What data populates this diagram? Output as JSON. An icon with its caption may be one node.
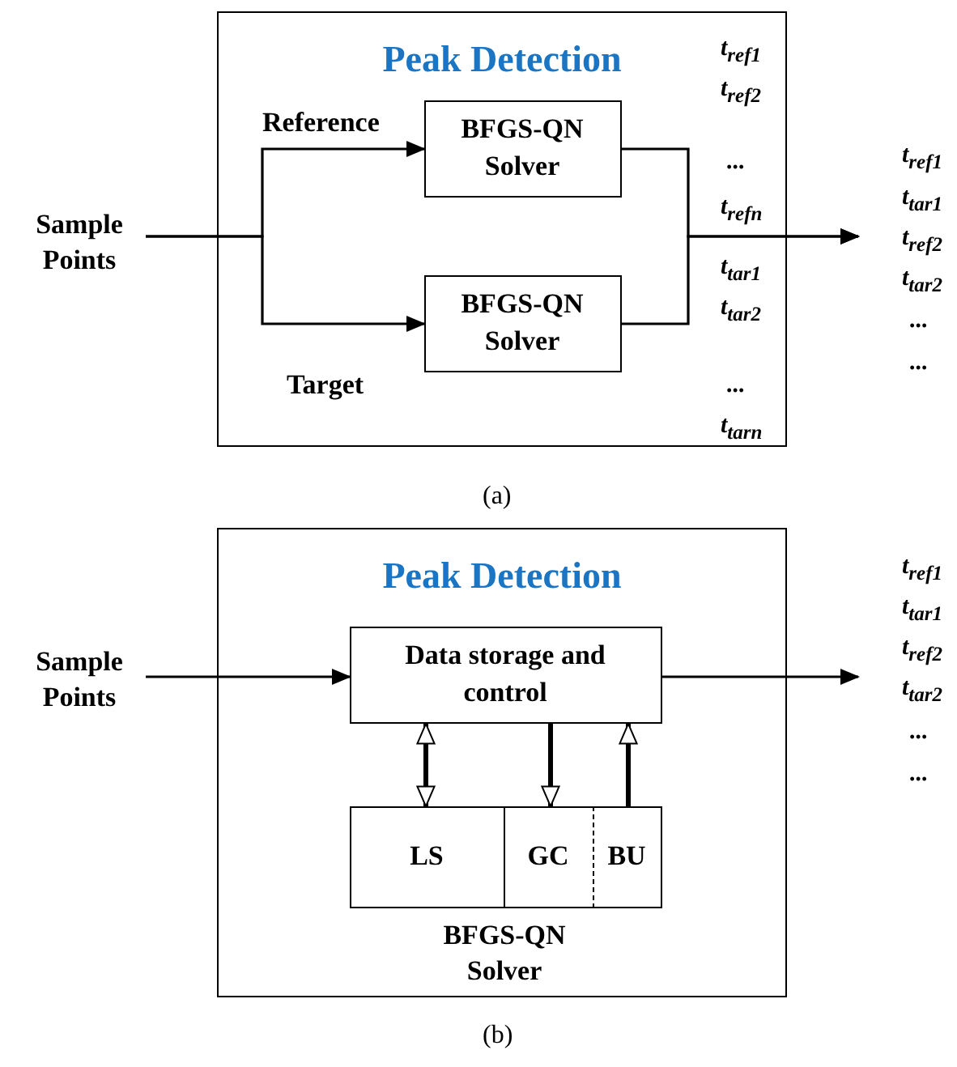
{
  "diagram": {
    "nodes": [
      {
        "text": [
          "Peak Detection"
        ]
      },
      {
        "text": [
          "Sample Points"
        ]
      },
      {
        "text": [
          "BFGS-QN Solver"
        ],
        "in": 0
      },
      {
        "text": [
          "BFGS-QN Solver"
        ],
        "in": 0
      },
      {
        "text": [
          "Peak Detection"
        ]
      },
      {
        "text": [
          "Sample Points"
        ]
      },
      {
        "text": [
          "Data storage and control"
        ],
        "in": 4
      },
      {
        "text": [
          "BFGS-QN Solver"
        ],
        "in": 4
      },
      {
        "text": [
          "LS"
        ],
        "in": 7
      },
      {
        "text": [
          "GC"
        ],
        "in": 7
      },
      {
        "text": [
          "BU"
        ],
        "in": 7
      }
    ],
    "edges": [
      {
        "from": 1,
        "to": 2,
        "arrow": "to",
        "label": "Reference"
      },
      {
        "from": 1,
        "to": 3,
        "arrow": "to",
        "label": "Target"
      },
      {
        "from": 2,
        "to": null,
        "arrow": "to"
      },
      {
        "from": 3,
        "to": null,
        "arrow": "to"
      },
      {
        "from": 5,
        "to": 6,
        "arrow": "to"
      },
      {
        "from": 6,
        "to": null,
        "arrow": "to"
      },
      {
        "from": 6,
        "to": 8,
        "arrow": "both"
      },
      {
        "from": 6,
        "to": 9,
        "arrow": "to"
      },
      {
        "from": 10,
        "to": 6,
        "arrow": "to"
      }
    ],
    "labels": [
      "t$_{ref1}$",
      "t$_{ref2}$",
      "...",
      "t$_{refn}$",
      "t$_{tar1}$",
      "t$_{tar2}$",
      "...",
      "t$_{tarn}$",
      "t$_{ref1}$",
      "t$_{tar1}$",
      "t$_{ref2}$",
      "t$_{tar2}$",
      "...",
      "...",
      "(a)",
      "t$_{ref1}$",
      "t$_{tar1}$",
      "t$_{ref2}$",
      "t$_{tar2}$",
      "...",
      "...",
      "(b)"
    ]
  }
}
